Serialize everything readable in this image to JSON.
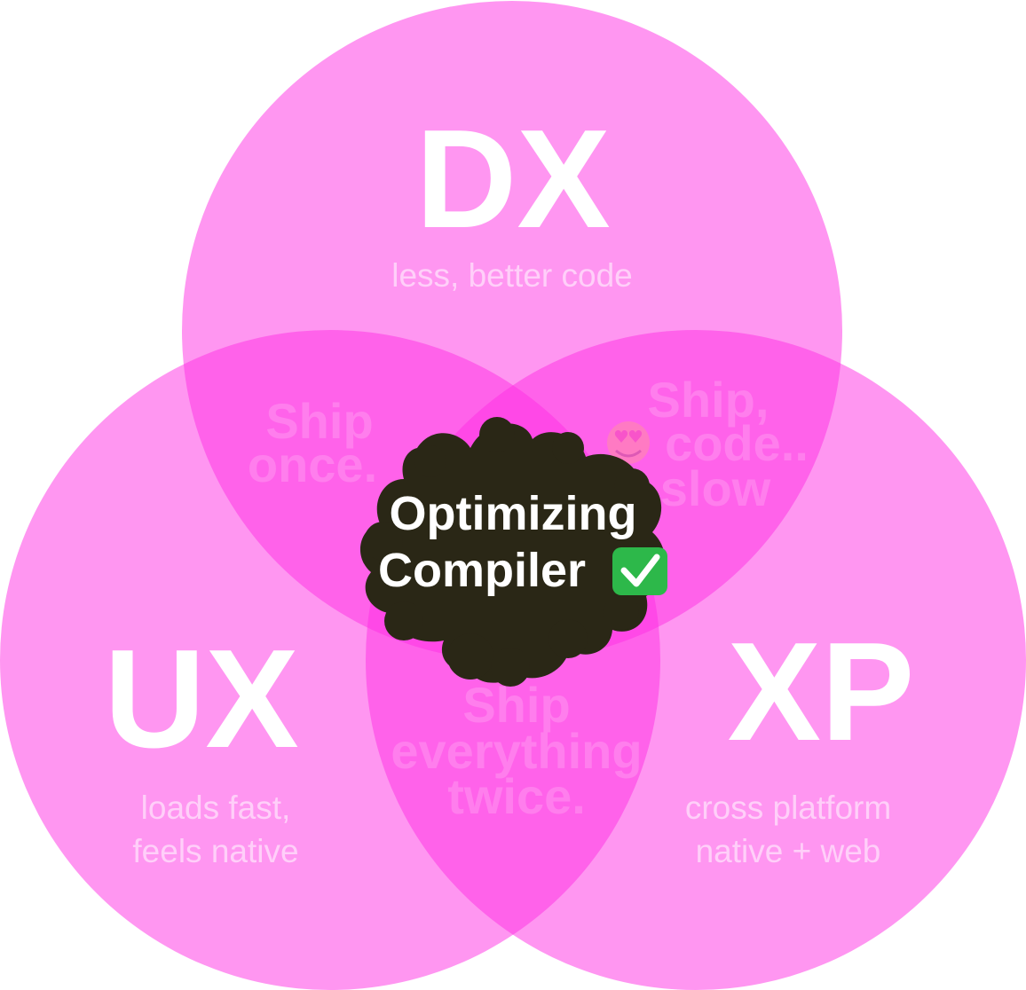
{
  "colors": {
    "circle_fill": "#ff2ee3",
    "circle_opacity": 0.5,
    "blob": "#2a2716",
    "text": "#ffffff",
    "check_green": "#2db84a"
  },
  "circles": {
    "dx": {
      "title": "DX",
      "subtitle": [
        "less, better code"
      ]
    },
    "ux": {
      "title": "UX",
      "subtitle": [
        "loads fast,",
        "feels native"
      ]
    },
    "xp": {
      "title": "XP",
      "subtitle": [
        "cross platform",
        "native + web"
      ]
    }
  },
  "overlaps": {
    "dx_ux": [
      "Ship",
      "once."
    ],
    "dx_xp": [
      "Ship,",
      "code..",
      "slow"
    ],
    "dx_xp_emoji": "heart-eyes-emoji",
    "ux_xp": [
      "Ship",
      "everything",
      "twice."
    ]
  },
  "center": {
    "lines": [
      "Optimizing",
      "Compiler"
    ],
    "icon": "check-mark-icon"
  }
}
